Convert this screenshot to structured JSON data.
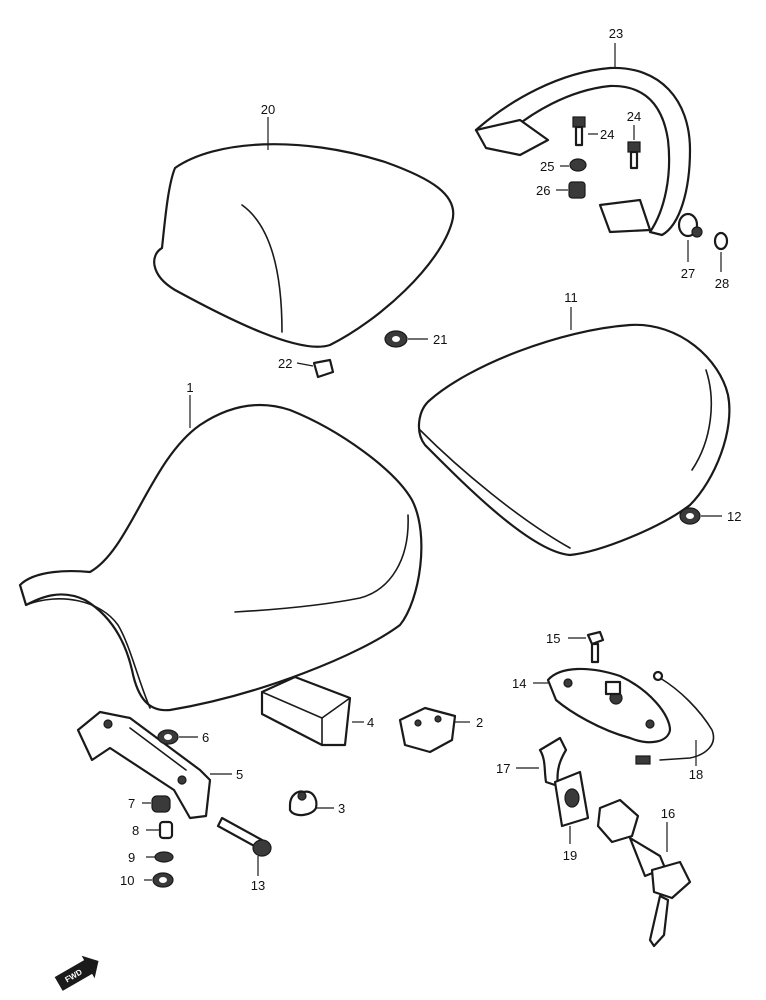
{
  "callouts": {
    "c1": "1",
    "c2": "2",
    "c3": "3",
    "c4": "4",
    "c5": "5",
    "c6": "6",
    "c7": "7",
    "c8": "8",
    "c9": "9",
    "c10": "10",
    "c11": "11",
    "c12": "12",
    "c13": "13",
    "c14": "14",
    "c15": "15",
    "c16": "16",
    "c17": "17",
    "c18": "18",
    "c19": "19",
    "c20": "20",
    "c21": "21",
    "c22": "22",
    "c23": "23",
    "c24a": "24",
    "c24b": "24",
    "c25": "25",
    "c26": "26",
    "c27": "27",
    "c28": "28"
  },
  "fwd_label": "FWD"
}
